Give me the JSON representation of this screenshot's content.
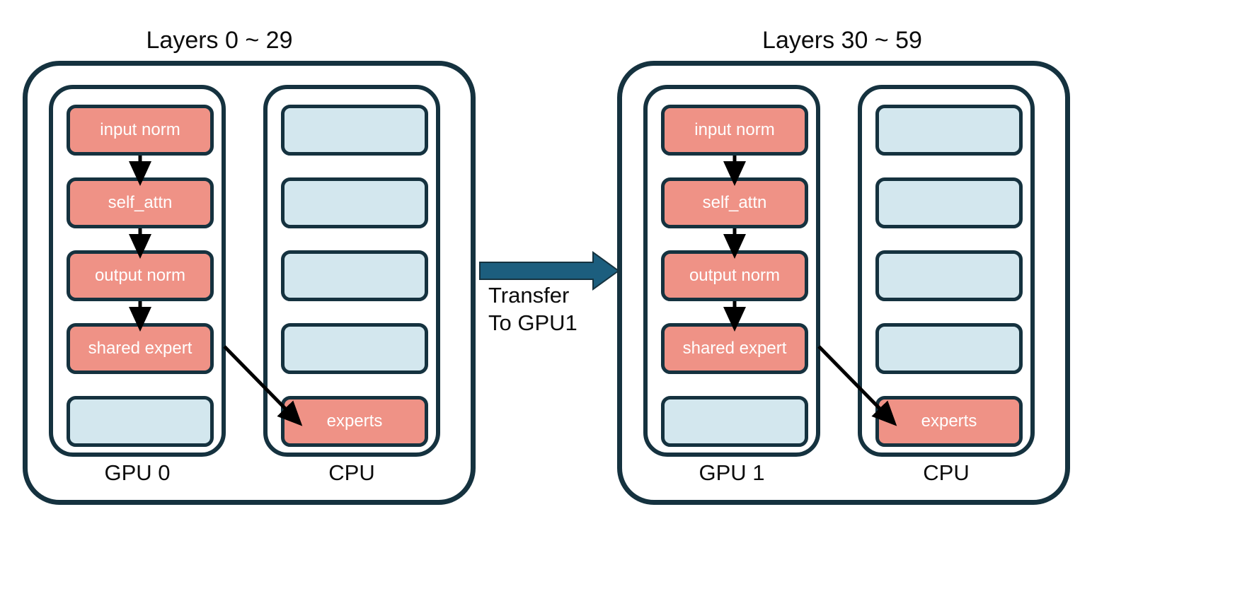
{
  "colors": {
    "active": "#ef9286",
    "idle": "#d3e7ee",
    "stroke": "#15323f",
    "transfer_arrow": "#1c5e7e",
    "flow_arrow": "#000000",
    "background": "#ffffff",
    "text_dark": "#0c0c0c",
    "text_light": "#ffffff"
  },
  "panels": [
    {
      "title": "Layers 0 ~ 29",
      "gpu": {
        "label": "GPU 0",
        "slots": [
          {
            "text": "input norm",
            "state": "active"
          },
          {
            "text": "self_attn",
            "state": "active"
          },
          {
            "text": "output norm",
            "state": "active"
          },
          {
            "text": "shared expert",
            "state": "active"
          },
          {
            "text": "",
            "state": "idle"
          }
        ]
      },
      "cpu": {
        "label": "CPU",
        "slots": [
          {
            "text": "",
            "state": "idle"
          },
          {
            "text": "",
            "state": "idle"
          },
          {
            "text": "",
            "state": "idle"
          },
          {
            "text": "",
            "state": "idle"
          },
          {
            "text": "experts",
            "state": "active"
          }
        ]
      }
    },
    {
      "title": "Layers 30 ~ 59",
      "gpu": {
        "label": "GPU 1",
        "slots": [
          {
            "text": "input norm",
            "state": "active"
          },
          {
            "text": "self_attn",
            "state": "active"
          },
          {
            "text": "output norm",
            "state": "active"
          },
          {
            "text": "shared expert",
            "state": "active"
          },
          {
            "text": "",
            "state": "idle"
          }
        ]
      },
      "cpu": {
        "label": "CPU",
        "slots": [
          {
            "text": "",
            "state": "idle"
          },
          {
            "text": "",
            "state": "idle"
          },
          {
            "text": "",
            "state": "idle"
          },
          {
            "text": "",
            "state": "idle"
          },
          {
            "text": "experts",
            "state": "active"
          }
        ]
      }
    }
  ],
  "transfer": {
    "line1": "Transfer",
    "line2": "To GPU1"
  }
}
